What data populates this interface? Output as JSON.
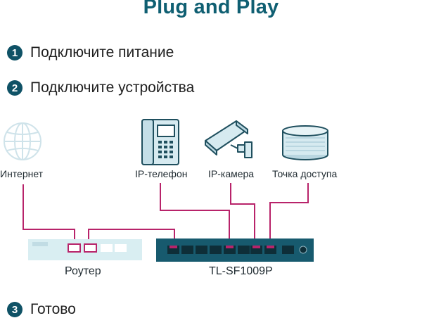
{
  "title": "Plug and Play",
  "steps": [
    {
      "num": "1",
      "text": "Подключите питание"
    },
    {
      "num": "2",
      "text": "Подключите устройства"
    },
    {
      "num": "3",
      "text": "Готово"
    }
  ],
  "devices": {
    "internet": {
      "label": "Интернет",
      "icon": "globe-icon"
    },
    "ip_phone": {
      "label": "IP-телефон",
      "icon": "ip-phone-icon"
    },
    "ip_camera": {
      "label": "IP-камера",
      "icon": "ip-camera-icon"
    },
    "access_point": {
      "label": "Точка доступа",
      "icon": "access-point-icon"
    }
  },
  "router": {
    "label": "Роутер"
  },
  "switch": {
    "label": "TL-SF1009P"
  },
  "colors": {
    "title": "#0f5f72",
    "step_badge": "#0f5266",
    "cable": "#b8236a",
    "switch_body": "#175a6e",
    "router_body": "#d9eef2",
    "icon_light": "#d6eaf0",
    "icon_stroke": "#1f4f5e"
  }
}
